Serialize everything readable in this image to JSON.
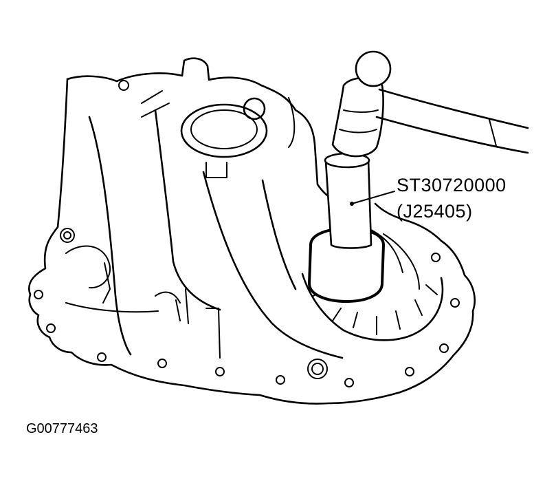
{
  "callouts": {
    "tool_part_number": "ST30720000",
    "tool_alt_number": "(J25405)"
  },
  "figure_id": "G00777463",
  "icons": [
    "transmission-case-illustration",
    "drift-tool",
    "hammer"
  ],
  "colors": {
    "line": "#000000",
    "background": "#ffffff"
  }
}
